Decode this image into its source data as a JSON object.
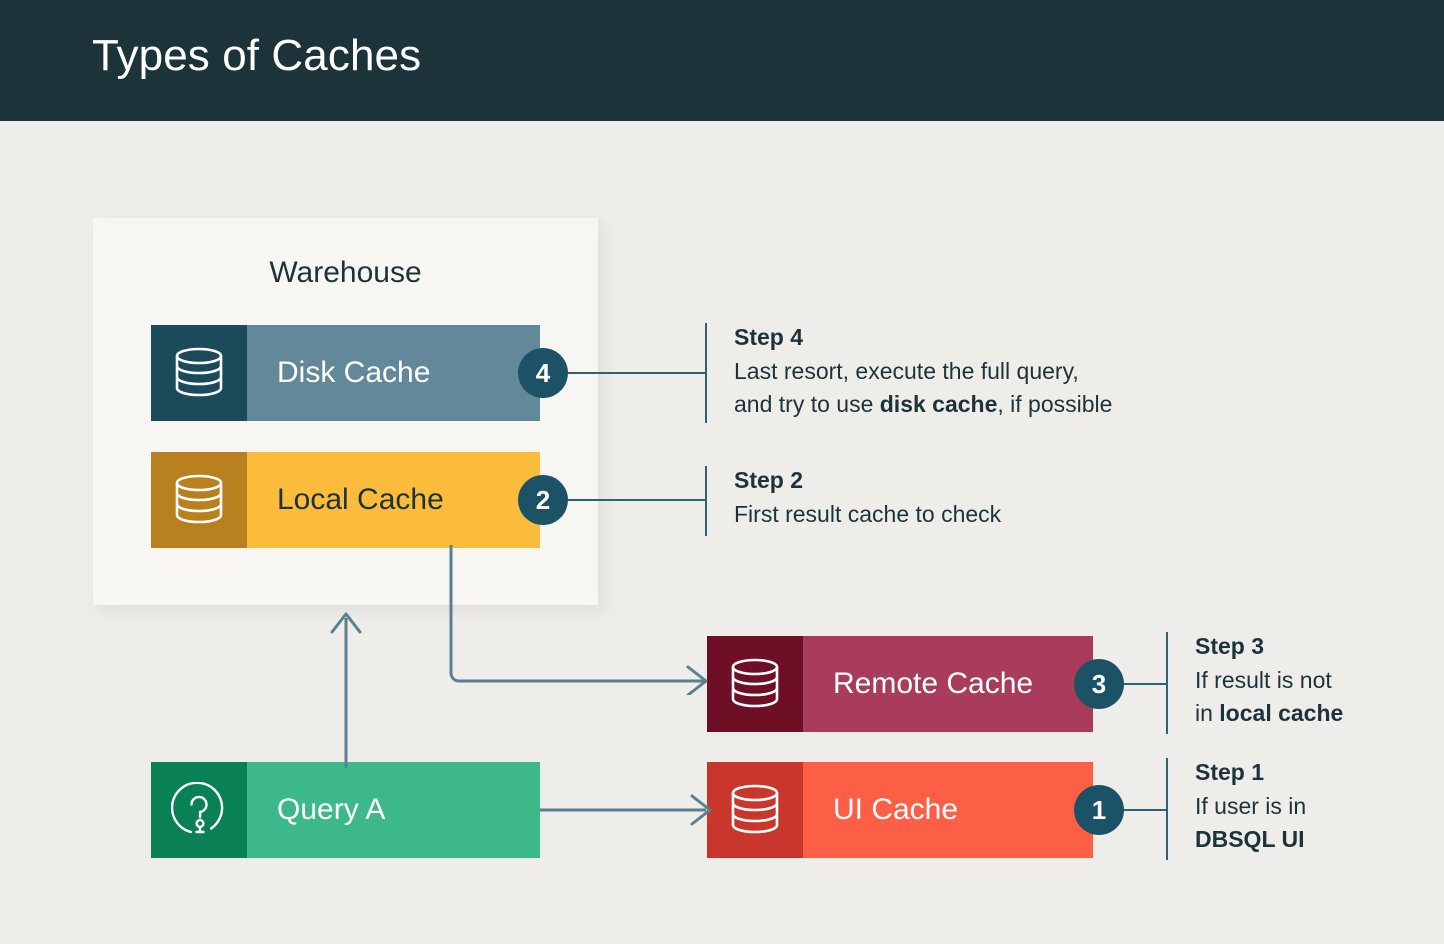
{
  "header": {
    "title": "Types of Caches"
  },
  "warehouse": {
    "title": "Warehouse"
  },
  "bars": [
    {
      "id": "disk",
      "label": "Disk Cache",
      "icon": "database-icon",
      "badge": "4"
    },
    {
      "id": "local",
      "label": "Local Cache",
      "icon": "database-icon",
      "badge": "2"
    },
    {
      "id": "remote",
      "label": "Remote Cache",
      "icon": "database-icon",
      "badge": "3"
    },
    {
      "id": "ui",
      "label": "UI Cache",
      "icon": "database-icon",
      "badge": "1"
    },
    {
      "id": "query",
      "label": "Query A",
      "icon": "question-circle-icon",
      "badge": ""
    }
  ],
  "badges": {
    "four": "4",
    "two": "2",
    "three": "3",
    "one": "1"
  },
  "steps": {
    "step4": {
      "title": "Step 4",
      "line1": "Last resort, execute the full query,",
      "line2_pre": "and try to use ",
      "line2_bold": "disk cache",
      "line2_post": ", if possible"
    },
    "step2": {
      "title": "Step 2",
      "line1": "First result cache to check"
    },
    "step3": {
      "title": "Step 3",
      "line1": "If result is not",
      "line2_pre": "in ",
      "line2_bold": "local cache",
      "line2_post": ""
    },
    "step1": {
      "title": "Step 1",
      "line1": "If user is in",
      "line2_pre": "",
      "line2_bold": "DBSQL UI",
      "line2_post": ""
    }
  },
  "colors": {
    "header_bg": "#1c3339",
    "page_bg": "#eeedea",
    "card_bg": "#f7f6f3",
    "badge_bg": "#1b5266",
    "connector": "#5a8090",
    "rule": "#2d6173",
    "disk_body": "#63889a",
    "disk_panel": "#1b4b5a",
    "local_body": "#fbbc3c",
    "local_panel": "#b8801e",
    "remote_body": "#a93b5b",
    "remote_panel": "#6e0f26",
    "ui_body": "#fc5e46",
    "ui_panel": "#c9372c",
    "query_body": "#3cb88b",
    "query_panel": "#0a8055"
  }
}
